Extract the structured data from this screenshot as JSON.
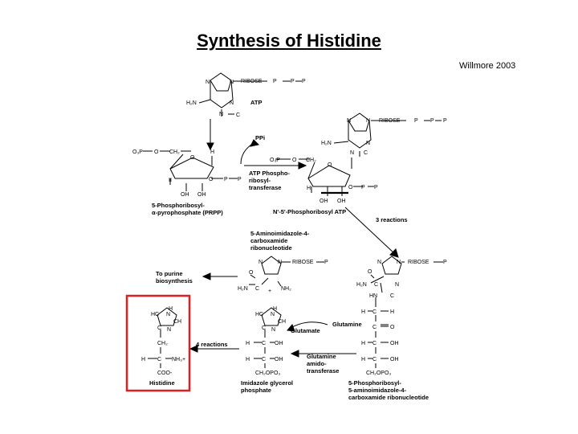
{
  "title": "Synthesis of Histidine",
  "credit": "Willmore 2003",
  "atoms": {
    "N": "N",
    "C": "C",
    "O": "O",
    "H": "H",
    "P": "P",
    "HC": "HC",
    "CH": "CH",
    "HN": "HN",
    "H2N": "H₂N",
    "NH2": "NH₂",
    "NH3": "NH₃+",
    "OH": "OH",
    "CH2": "CH₂",
    "O3P": "O₃P",
    "CH2OPO3": "CH₂OPO₃",
    "COO": "COO-",
    "RIBOSE": "RIBOSE",
    "plus": "+",
    "II": "II"
  },
  "labels": {
    "atp": "ATP",
    "ppi": "PPi",
    "enzyme1": [
      "ATP Phospho-",
      "ribosyl-",
      "transferase"
    ],
    "prpp": [
      "5-Phosphoribosyl-",
      "α-pyrophosphate (PRPP)"
    ],
    "n1_atp": "N'-5'-Phosphoribosyl ATP",
    "three_reactions": "3 reactions",
    "aicar": [
      "5-Aminoimidazole-4-",
      "carboxamide",
      "ribonucleotide"
    ],
    "to_purine": [
      "To purine",
      "biosynthesis"
    ],
    "glutamine": "Glutamine",
    "glutamate": "Glutamate",
    "enzyme2": [
      "Glutamine",
      "amido-",
      "transferase"
    ],
    "four_reactions": "4 reactions",
    "histidine": "Histidine",
    "igp": [
      "Imidazole glycerol",
      "phosphate"
    ],
    "precursor": [
      "5-Phosphoribosyl-",
      "5-aminoimidazole-4-",
      "carboxamide ribonucleotide"
    ]
  }
}
